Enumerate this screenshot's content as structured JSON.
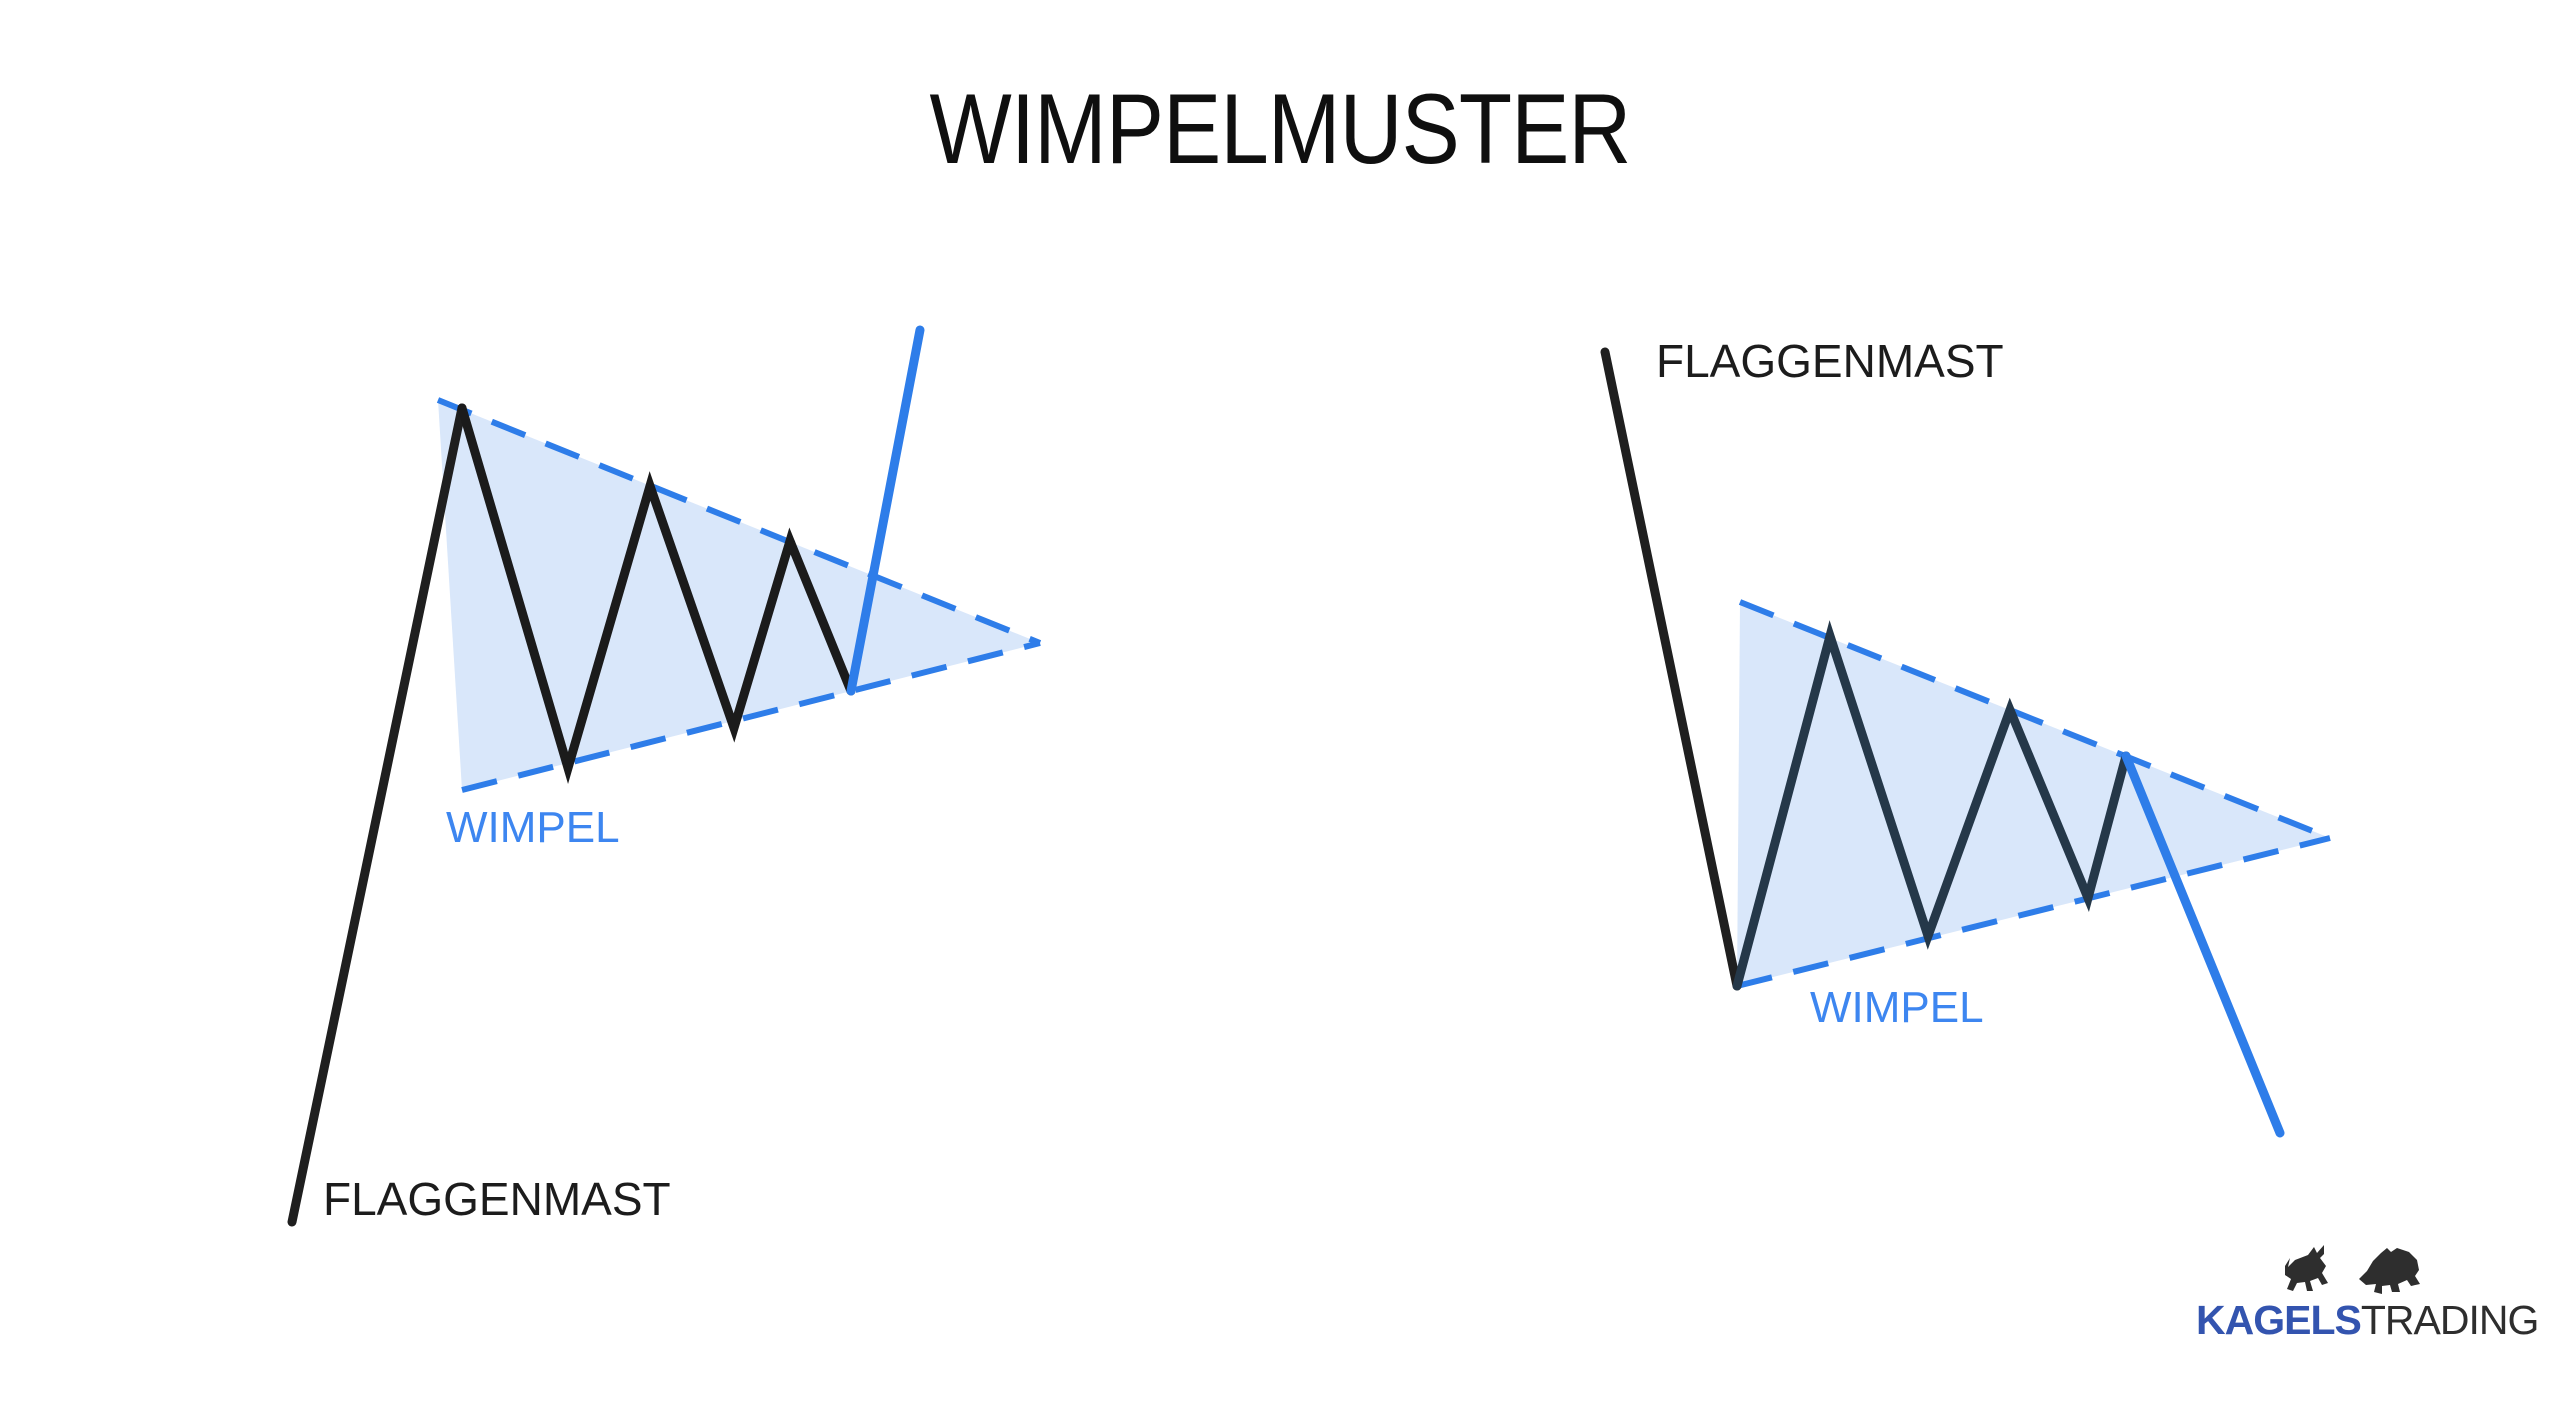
{
  "title": "WIMPELMUSTER",
  "colors": {
    "background": "#ffffff",
    "title": "#0f0f0f",
    "label_dark": "#1c1c1c",
    "label_blue": "#3d86f0",
    "accent_blue": "#2e7de9",
    "pennant_fill": "#d9e7fa",
    "flagpole": "#1f1f1f",
    "zigzag_left": "#1b1b1b",
    "zigzag_right": "#253849",
    "logo_blue": "#3354af",
    "logo_dark": "#2e2e2e"
  },
  "panels": [
    {
      "direction": "bullish",
      "flagpole_label": "FLAGGENMAST",
      "pennant_label": "WIMPEL"
    },
    {
      "direction": "bearish",
      "flagpole_label": "FLAGGENMAST",
      "pennant_label": "WIMPEL"
    }
  ],
  "logo": {
    "brand_primary": "KAGELS",
    "brand_secondary": "TRADING",
    "icons": [
      "bull-icon",
      "bear-icon"
    ]
  }
}
